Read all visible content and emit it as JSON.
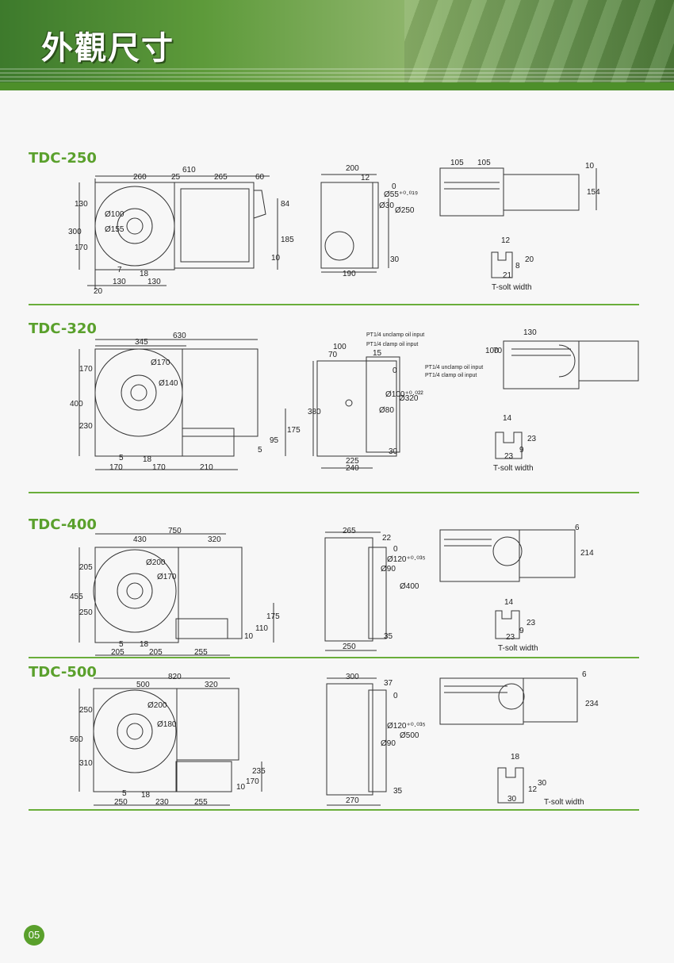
{
  "header": {
    "title": "外觀尺寸"
  },
  "sections": [
    {
      "model": "TDC-250",
      "front": {
        "top": [
          "610",
          "260",
          "25",
          "265",
          "60"
        ],
        "left": [
          "300",
          "130",
          "170"
        ],
        "right": [
          "84",
          "185",
          "10"
        ],
        "bottom": [
          "7",
          "18",
          "130",
          "130",
          "20"
        ],
        "diam": [
          "Ø100",
          "Ø155"
        ]
      },
      "side": {
        "top": [
          "200",
          "12"
        ],
        "bottom": "190",
        "right": "30",
        "vert": [
          "Ø30",
          "Ø55⁺⁰·⁰¹⁹",
          "0",
          "Ø250"
        ]
      },
      "top": {
        "dims": [
          "105",
          "105",
          "10",
          "154"
        ]
      },
      "tslot": {
        "dims": [
          "12",
          "8",
          "20",
          "21"
        ],
        "label": "T-solt width"
      }
    },
    {
      "model": "TDC-320",
      "front": {
        "top": [
          "630",
          "345"
        ],
        "left": [
          "400",
          "170",
          "230"
        ],
        "right": [
          "175",
          "95",
          "5"
        ],
        "bottom": [
          "5",
          "18",
          "170",
          "170",
          "210"
        ],
        "diam": [
          "Ø170",
          "Ø140"
        ]
      },
      "side": {
        "top": [
          "100",
          "70",
          "15"
        ],
        "left": "380",
        "bottom": [
          "225",
          "240"
        ],
        "right": "30",
        "vert": [
          "Ø80",
          "Ø100⁺⁰·⁰²²",
          "0",
          "Ø320"
        ],
        "notes": [
          "PT1/4 unclamp oil input",
          "PT1/4 clamp oil input"
        ]
      },
      "top": {
        "dims": [
          "130",
          "100",
          "70"
        ],
        "notes": [
          "PT1/4 unclamp oil input",
          "PT1/4 clamp oil input"
        ]
      },
      "tslot": {
        "dims": [
          "14",
          "9",
          "23",
          "23"
        ],
        "label": "T-solt width"
      }
    },
    {
      "model": "TDC-400",
      "front": {
        "top": [
          "750",
          "430",
          "320"
        ],
        "left": [
          "455",
          "205",
          "250"
        ],
        "right": [
          "175",
          "110",
          "10"
        ],
        "bottom": [
          "5",
          "18",
          "205",
          "205",
          "255"
        ],
        "diam": [
          "Ø200",
          "Ø170"
        ]
      },
      "side": {
        "top": [
          "265",
          "22"
        ],
        "bottom": "250",
        "right": "35",
        "vert": [
          "Ø90",
          "Ø120⁺⁰·⁰³⁵",
          "0",
          "Ø400"
        ]
      },
      "top": {
        "dims": [
          "6",
          "214"
        ]
      },
      "tslot": {
        "dims": [
          "14",
          "9",
          "23",
          "23"
        ],
        "label": "T-solt width"
      }
    },
    {
      "model": "TDC-500",
      "front": {
        "top": [
          "820",
          "500",
          "320"
        ],
        "left": [
          "560",
          "250",
          "310"
        ],
        "right": [
          "235",
          "170",
          "10"
        ],
        "bottom": [
          "5",
          "18",
          "250",
          "230",
          "255"
        ],
        "diam": [
          "Ø200",
          "Ø180"
        ]
      },
      "side": {
        "top": [
          "300",
          "37"
        ],
        "bottom": "270",
        "right": "35",
        "vert": [
          "Ø90",
          "Ø120⁺⁰·⁰³⁵",
          "0",
          "Ø500"
        ]
      },
      "top": {
        "dims": [
          "6",
          "234"
        ]
      },
      "tslot": {
        "dims": [
          "18",
          "12",
          "30",
          "30"
        ],
        "label": "T-solt width"
      }
    }
  ],
  "footer": {
    "page": "05"
  },
  "colors": {
    "accent": "#5aa02c",
    "header": "#4d8f2a"
  }
}
